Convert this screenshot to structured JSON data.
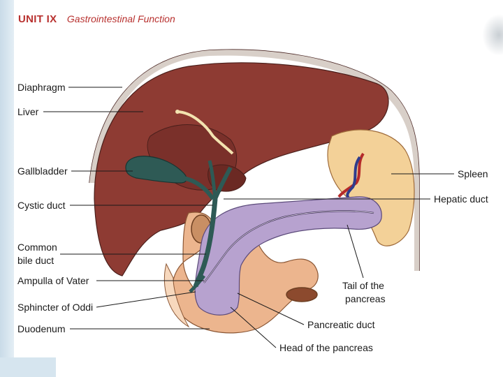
{
  "header": {
    "unit": "UNIT IX",
    "title": "Gastrointestinal Function"
  },
  "labels": {
    "diaphragm": "Diaphragm",
    "liver": "Liver",
    "gallbladder": "Gallbladder",
    "cystic_duct": "Cystic duct",
    "common_bile_duct_line1": "Common",
    "common_bile_duct_line2": "bile duct",
    "ampulla": "Ampulla of Vater",
    "sphincter": "Sphincter of Oddi",
    "duodenum": "Duodenum",
    "spleen": "Spleen",
    "hepatic_duct": "Hepatic duct",
    "tail_line1": "Tail of the",
    "tail_line2": "pancreas",
    "pancreatic_duct": "Pancreatic duct",
    "head_pancreas": "Head of the pancreas"
  },
  "colors": {
    "liver": "#8e3b33",
    "liver_dark": "#6b2923",
    "gallbladder": "#2e5a55",
    "pancreas": "#b7a2cf",
    "duodenum": "#ecb58e",
    "spleen": "#f3d198",
    "accent": "#b8312f"
  }
}
